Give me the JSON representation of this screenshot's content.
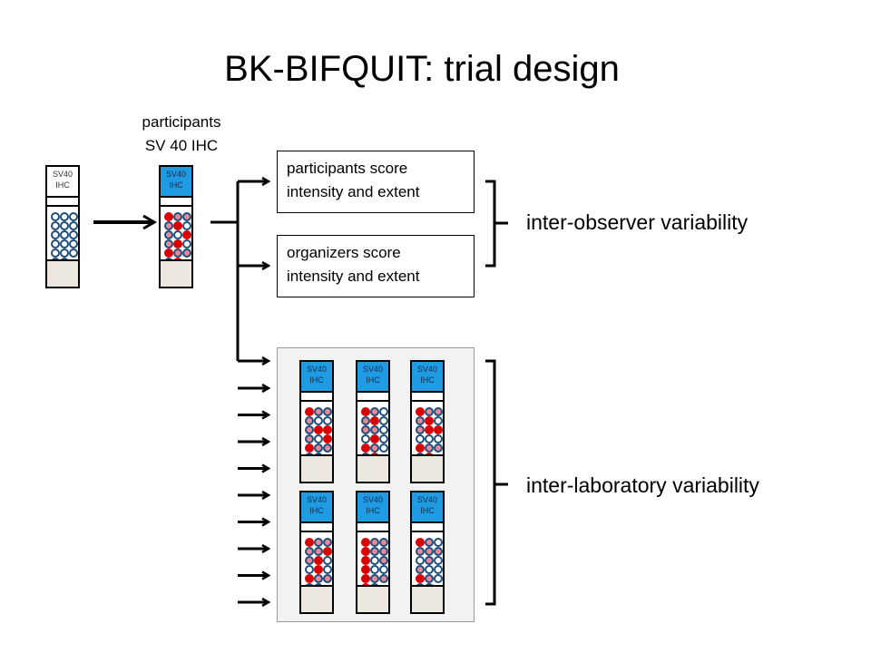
{
  "title": "BK-BIFQUIT: trial design",
  "participants_label": [
    "participants",
    "SV 40 IHC"
  ],
  "slide_header": [
    "SV40",
    "IHC"
  ],
  "box_participants": [
    "participants score",
    "intensity and extent"
  ],
  "box_organizers": [
    "organizers score",
    "intensity and extent"
  ],
  "inter_observer": "inter-observer variability",
  "inter_laboratory": "inter-laboratory variability",
  "colors": {
    "slide_header_blue": "#1e9be3",
    "cell_outline": "#1f4e79",
    "cell_red": "#d90000",
    "cell_pink": "#e8889a",
    "slide_foot": "#ede8df"
  }
}
